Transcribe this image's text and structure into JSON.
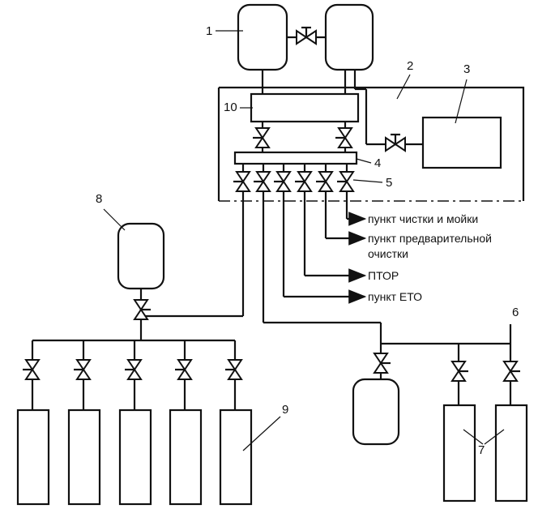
{
  "numbers": {
    "n1": "1",
    "n2": "2",
    "n3": "3",
    "n4": "4",
    "n5": "5",
    "n6": "6",
    "n7": "7",
    "n8": "8",
    "n9": "9",
    "n10": "10"
  },
  "destinations": {
    "cleaning": "пункт чистки и мойки",
    "precleaning_line1": "пункт предварительной",
    "precleaning_line2": "очистки",
    "ptor": "ПТОР",
    "eto": "пункт ЕТО"
  }
}
